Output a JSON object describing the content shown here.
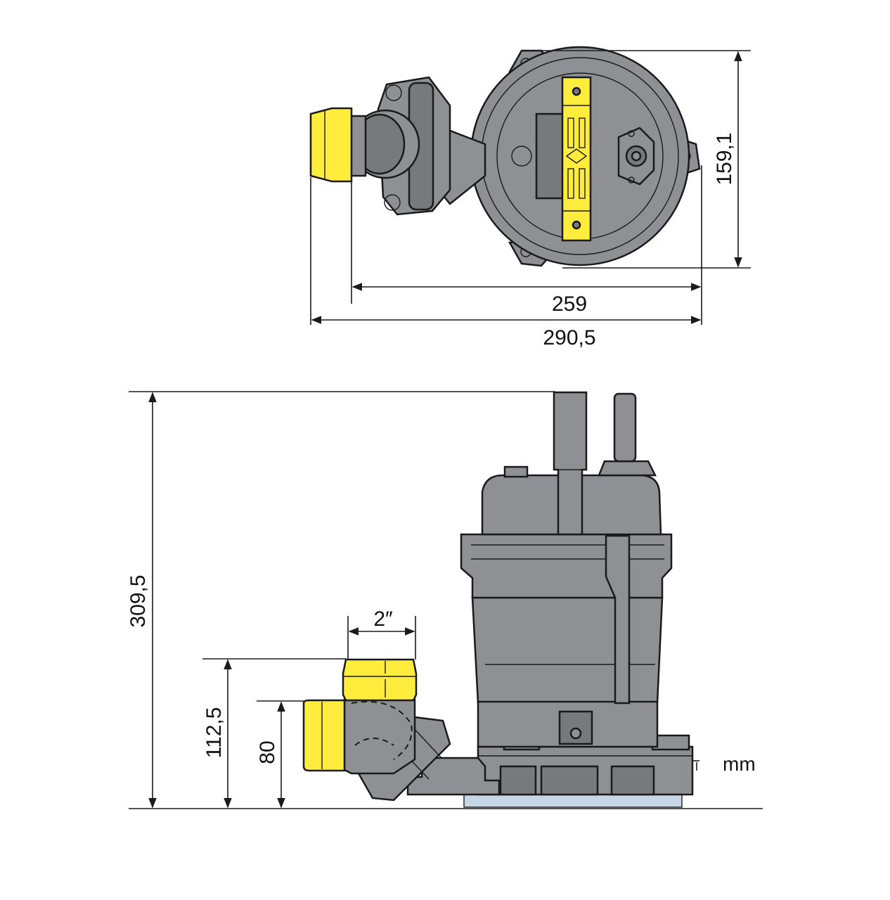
{
  "top_view": {
    "height_label": "159,1",
    "width_inner_label": "259",
    "width_outer_label": "290,5"
  },
  "side_view": {
    "total_height_label": "309,5",
    "outlet_size_label": "2″",
    "outlet_upper_height_label": "112,5",
    "outlet_lower_height_label": "80"
  },
  "unit_label": "mm",
  "colors": {
    "pump_body": "#8e9094",
    "connector": "#ffec3d",
    "base": "#c6d6e6"
  }
}
